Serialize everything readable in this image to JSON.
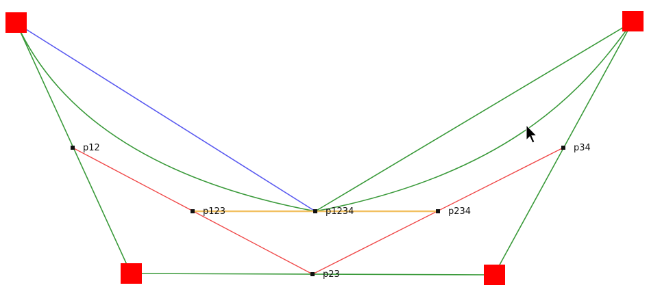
{
  "diagram": {
    "colors": {
      "green": "#3a9a3a",
      "blue": "#5a5af0",
      "red": "#f04848",
      "orange": "#f2c060",
      "handle": "#ff0000",
      "point": "#111111"
    },
    "labels": {
      "p12": "p12",
      "p23": "p23",
      "p34": "p34",
      "p123": "p123",
      "p234": "p234",
      "p1234": "p1234"
    },
    "cursor": "arrow-cursor-icon"
  }
}
